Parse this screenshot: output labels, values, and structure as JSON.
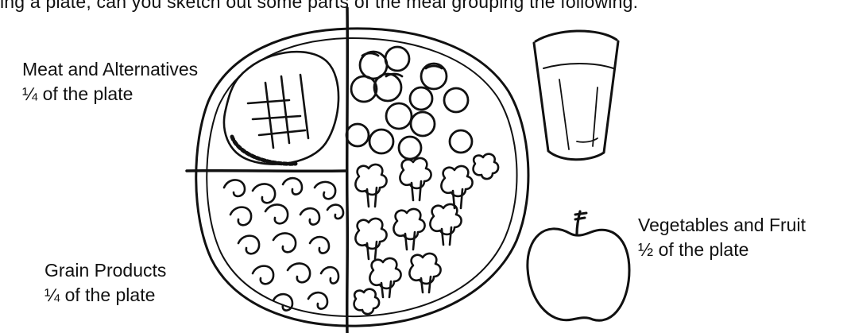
{
  "intro_line": "ing a plate, can you sketch out some parts of the meal grouping the following:",
  "labels": {
    "meat": {
      "name": "Meat and Alternatives",
      "portion": "¼ of the plate"
    },
    "grain": {
      "name": "Grain Products",
      "portion": "¼ of the plate"
    },
    "vegetables": {
      "name": "Vegetables and Fruit",
      "portion": "½ of the plate"
    }
  },
  "plate_portions": [
    {
      "group": "Meat and Alternatives",
      "fraction": 0.25
    },
    {
      "group": "Grain Products",
      "fraction": 0.25
    },
    {
      "group": "Vegetables and Fruit",
      "fraction": 0.5
    }
  ],
  "icons": [
    "plate-icon",
    "steak-icon",
    "pasta-icon",
    "broccoli-icon",
    "mushroom-icon",
    "glass-icon",
    "apple-icon"
  ],
  "colors": {
    "ink": "#111111",
    "background": "#ffffff"
  }
}
